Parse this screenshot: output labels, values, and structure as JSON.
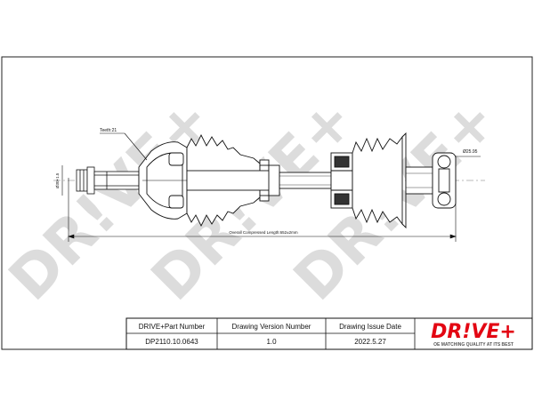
{
  "watermark": {
    "text": "DR!VE+"
  },
  "drawing": {
    "teeth_label": "Teeth:21",
    "shaft_dia_label": "Ø25.95",
    "left_dia_label": "Ø30+1.5",
    "overall_length_label": "Overall  Compressed  Length:652±2mm"
  },
  "title_block": {
    "headers": [
      "DRIVE+Part Number",
      "Drawing Version Number",
      "Drawing Issue Date"
    ],
    "values": [
      "DP2110.10.0643",
      "1.0",
      "2022.5.27"
    ]
  },
  "brand": {
    "logo_text": "DR!VE+",
    "tagline": "OE MATCHING QUALITY AT ITS BEST",
    "red": "#e30613",
    "gray": "#9a9a9a"
  }
}
